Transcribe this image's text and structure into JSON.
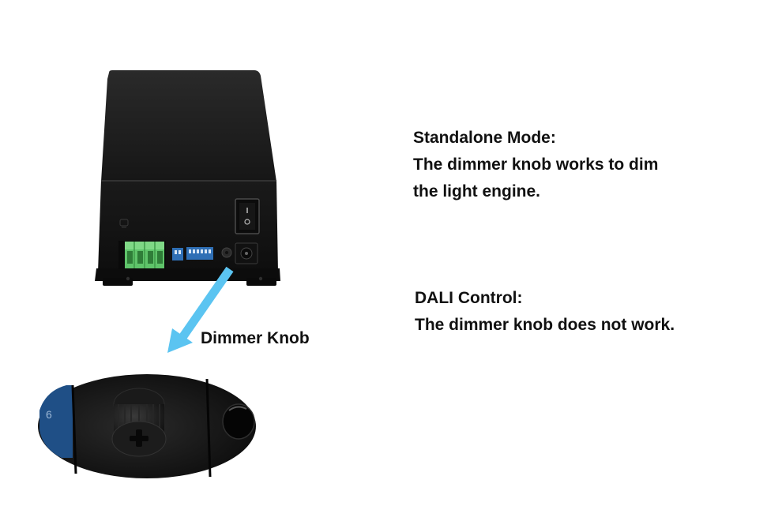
{
  "standalone": {
    "heading": "Standalone Mode:",
    "line1": "The dimmer knob works to dim",
    "line2": "the light engine."
  },
  "dali": {
    "heading": "DALI Control:",
    "line1": "The dimmer knob does not work."
  },
  "callout": {
    "label": "Dimmer Knob"
  },
  "colors": {
    "arrow": "#5bc4f1",
    "housing": "#1c1c1c",
    "terminal_green": "#5fc46a",
    "dip_blue": "#2f6fb5"
  }
}
